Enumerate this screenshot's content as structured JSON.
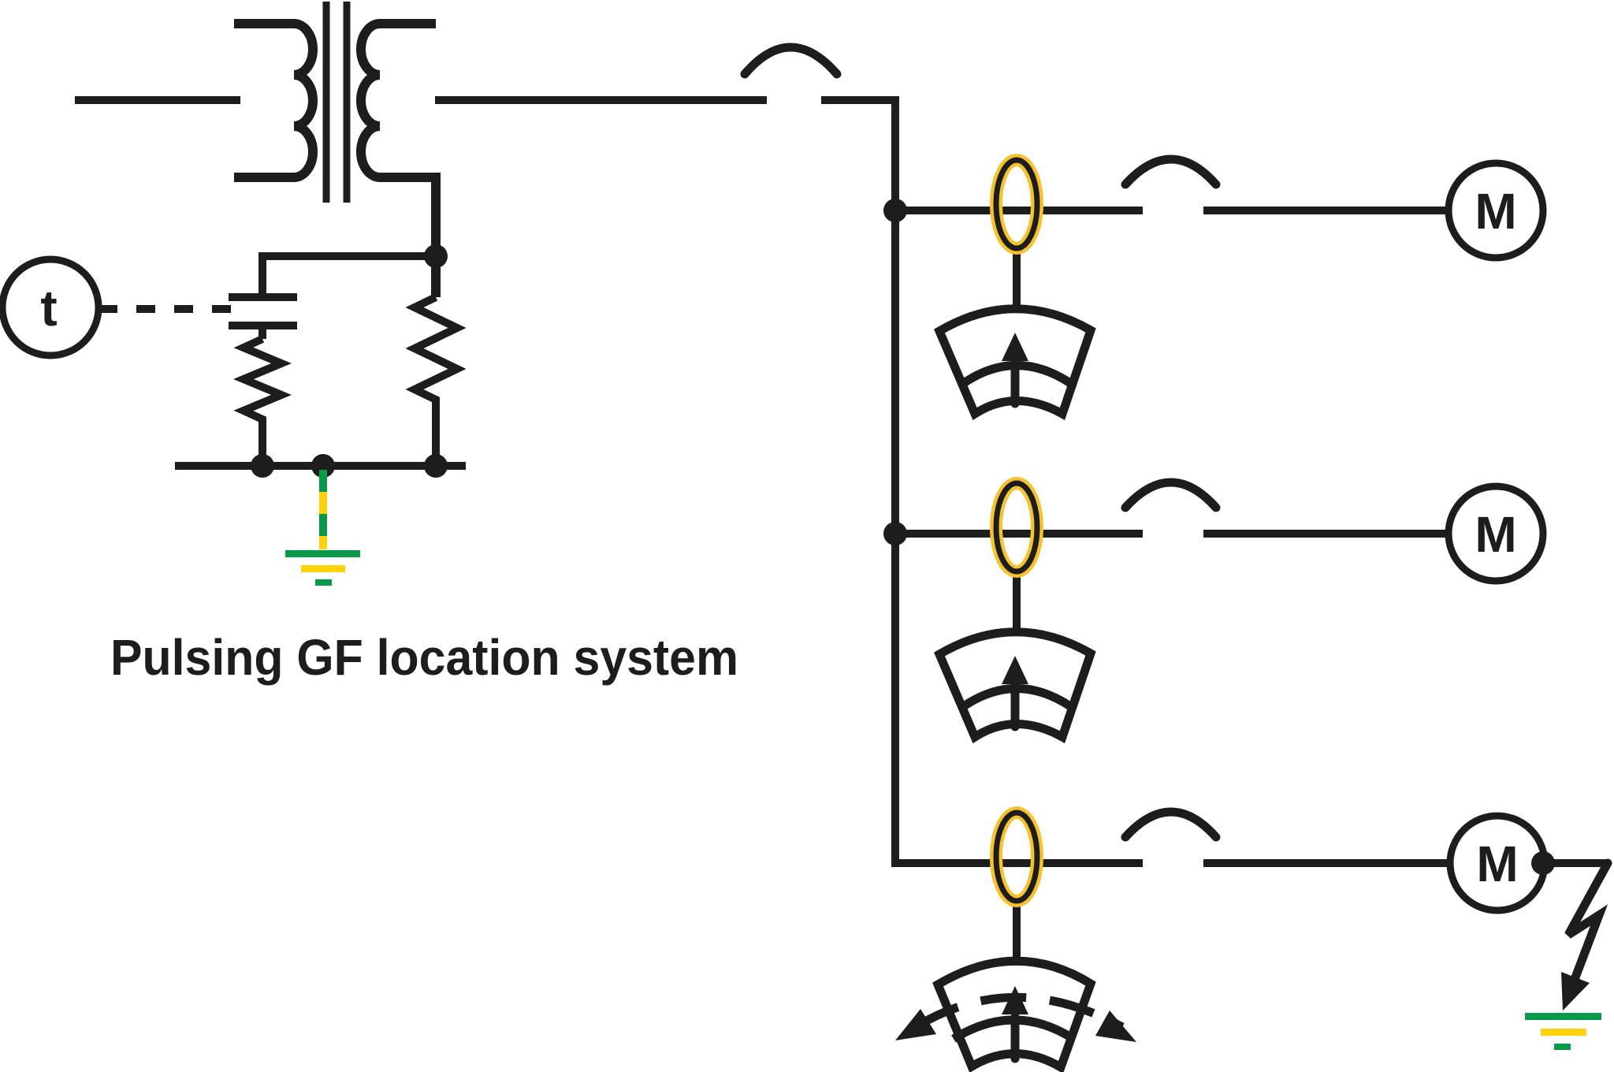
{
  "diagram": {
    "title": "Pulsing GF location system",
    "time_relay_label": "t",
    "motors": [
      {
        "label": "M"
      },
      {
        "label": "M"
      },
      {
        "label": "M"
      }
    ]
  },
  "icons": {
    "transformer-icon": "two-winding transformer with core bars",
    "time-relay-icon": "circle with letter t (timing pulser)",
    "capacitor-icon": "parallel plate capacitor",
    "resistor-icon": "zigzag resistor",
    "earth-ground-icon": "green/yellow earth ground bars",
    "current-transformer-icon": "yellow toroid CT ring",
    "circuit-breaker-icon": "arc over wire gap",
    "motor-icon": "circle with letter M",
    "meter-icon": "fan-shaped indicating meter with needle",
    "swing-meter-icon": "fan meter with needle and double swing arrow",
    "ground-fault-arrow-icon": "lightning arrow to earth"
  },
  "colors": {
    "ink": "#1d1d1b",
    "ct_yellow": "#f6c32e",
    "earth_green": "#089a49",
    "earth_yellow": "#ffd20a"
  }
}
